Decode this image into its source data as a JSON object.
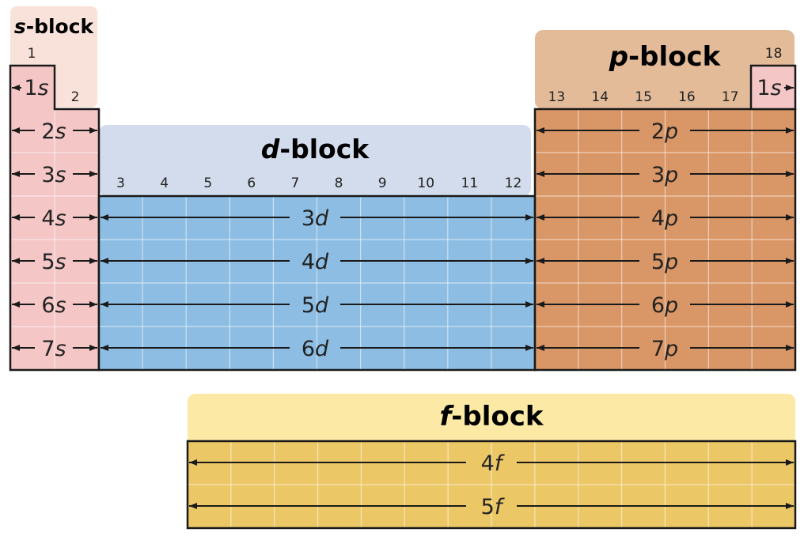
{
  "blocks": {
    "s": {
      "letter": "s",
      "suffix": "-block",
      "groups": [
        "1",
        "2"
      ],
      "orbitals": [
        {
          "n": "1",
          "l": "s"
        },
        {
          "n": "2",
          "l": "s"
        },
        {
          "n": "3",
          "l": "s"
        },
        {
          "n": "4",
          "l": "s"
        },
        {
          "n": "5",
          "l": "s"
        },
        {
          "n": "6",
          "l": "s"
        },
        {
          "n": "7",
          "l": "s"
        }
      ]
    },
    "d": {
      "letter": "d",
      "suffix": "-block",
      "groups": [
        "3",
        "4",
        "5",
        "6",
        "7",
        "8",
        "9",
        "10",
        "11",
        "12"
      ],
      "orbitals": [
        {
          "n": "3",
          "l": "d"
        },
        {
          "n": "4",
          "l": "d"
        },
        {
          "n": "5",
          "l": "d"
        },
        {
          "n": "6",
          "l": "d"
        }
      ]
    },
    "p": {
      "letter": "p",
      "suffix": "-block",
      "groups": [
        "13",
        "14",
        "15",
        "16",
        "17",
        "18"
      ],
      "orbitals": [
        {
          "n": "2",
          "l": "p"
        },
        {
          "n": "3",
          "l": "p"
        },
        {
          "n": "4",
          "l": "p"
        },
        {
          "n": "5",
          "l": "p"
        },
        {
          "n": "6",
          "l": "p"
        },
        {
          "n": "7",
          "l": "p"
        }
      ],
      "helium_orbital": {
        "n": "1",
        "l": "s"
      }
    },
    "f": {
      "letter": "f",
      "suffix": "-block",
      "orbitals": [
        {
          "n": "4",
          "l": "f"
        },
        {
          "n": "5",
          "l": "f"
        }
      ]
    }
  },
  "colors": {
    "s_header": "#f9e2da",
    "s_cells": "#f4c6c6",
    "d_header": "#d3dcec",
    "d_cells": "#8dbde2",
    "p_header": "#e3bb99",
    "p_cells": "#d99666",
    "f_header": "#fbe9a5",
    "f_cells": "#ecc766",
    "outline": "#1a1a1a"
  }
}
